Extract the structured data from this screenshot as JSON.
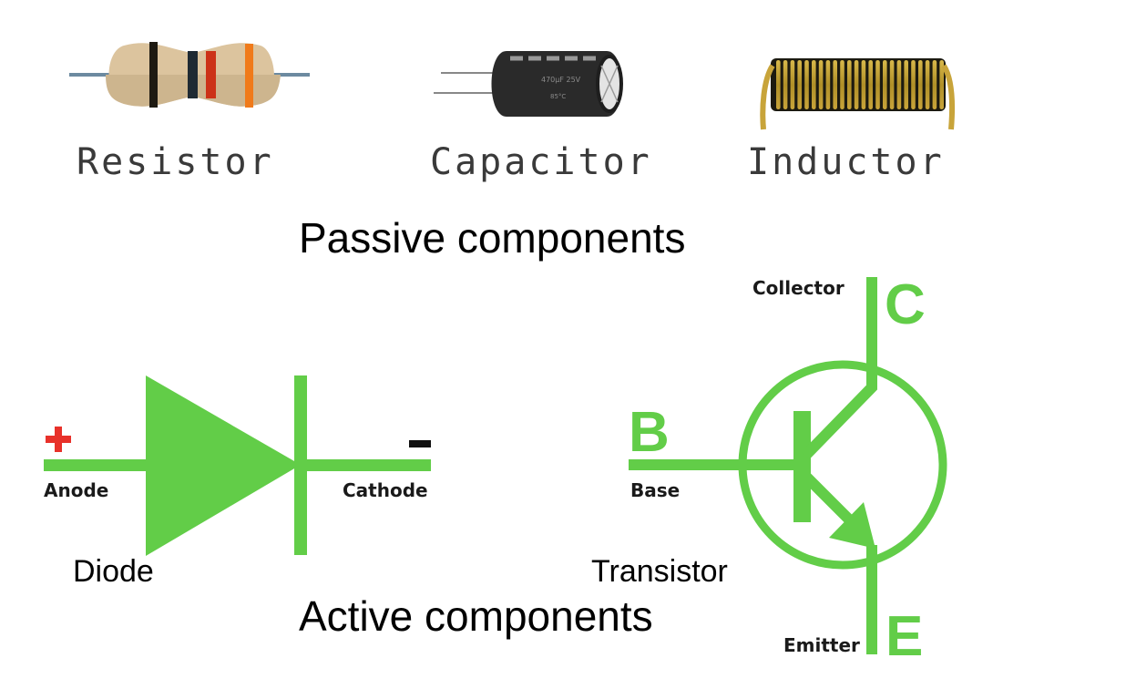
{
  "colors": {
    "symbol_green": "#62cd48",
    "plus_red": "#e8312a",
    "text_dark": "#1a1a1a",
    "resistor_body": "#dcc49e",
    "resistor_bands": [
      "#1e1a12",
      "#1f2a33",
      "#cc3218",
      "#f07a1a"
    ],
    "lead_blue": "#6c8aa0",
    "capacitor_body": "#2a2a2a",
    "inductor_gold": "#c8a43a"
  },
  "passive": {
    "heading": "Passive components",
    "items": [
      {
        "id": "resistor",
        "label": "Resistor"
      },
      {
        "id": "capacitor",
        "label": "Capacitor",
        "marking_line1": "470µF 25V",
        "marking_line2": "85°C"
      },
      {
        "id": "inductor",
        "label": "Inductor"
      }
    ]
  },
  "active": {
    "heading": "Active components",
    "diode": {
      "caption": "Diode",
      "anode_label": "Anode",
      "cathode_label": "Cathode",
      "plus_sign": "+",
      "minus_sign": "–"
    },
    "transistor": {
      "caption": "Transistor",
      "collector_label": "Collector",
      "collector_letter": "C",
      "base_label": "Base",
      "base_letter": "B",
      "emitter_label": "Emitter",
      "emitter_letter": "E"
    }
  }
}
